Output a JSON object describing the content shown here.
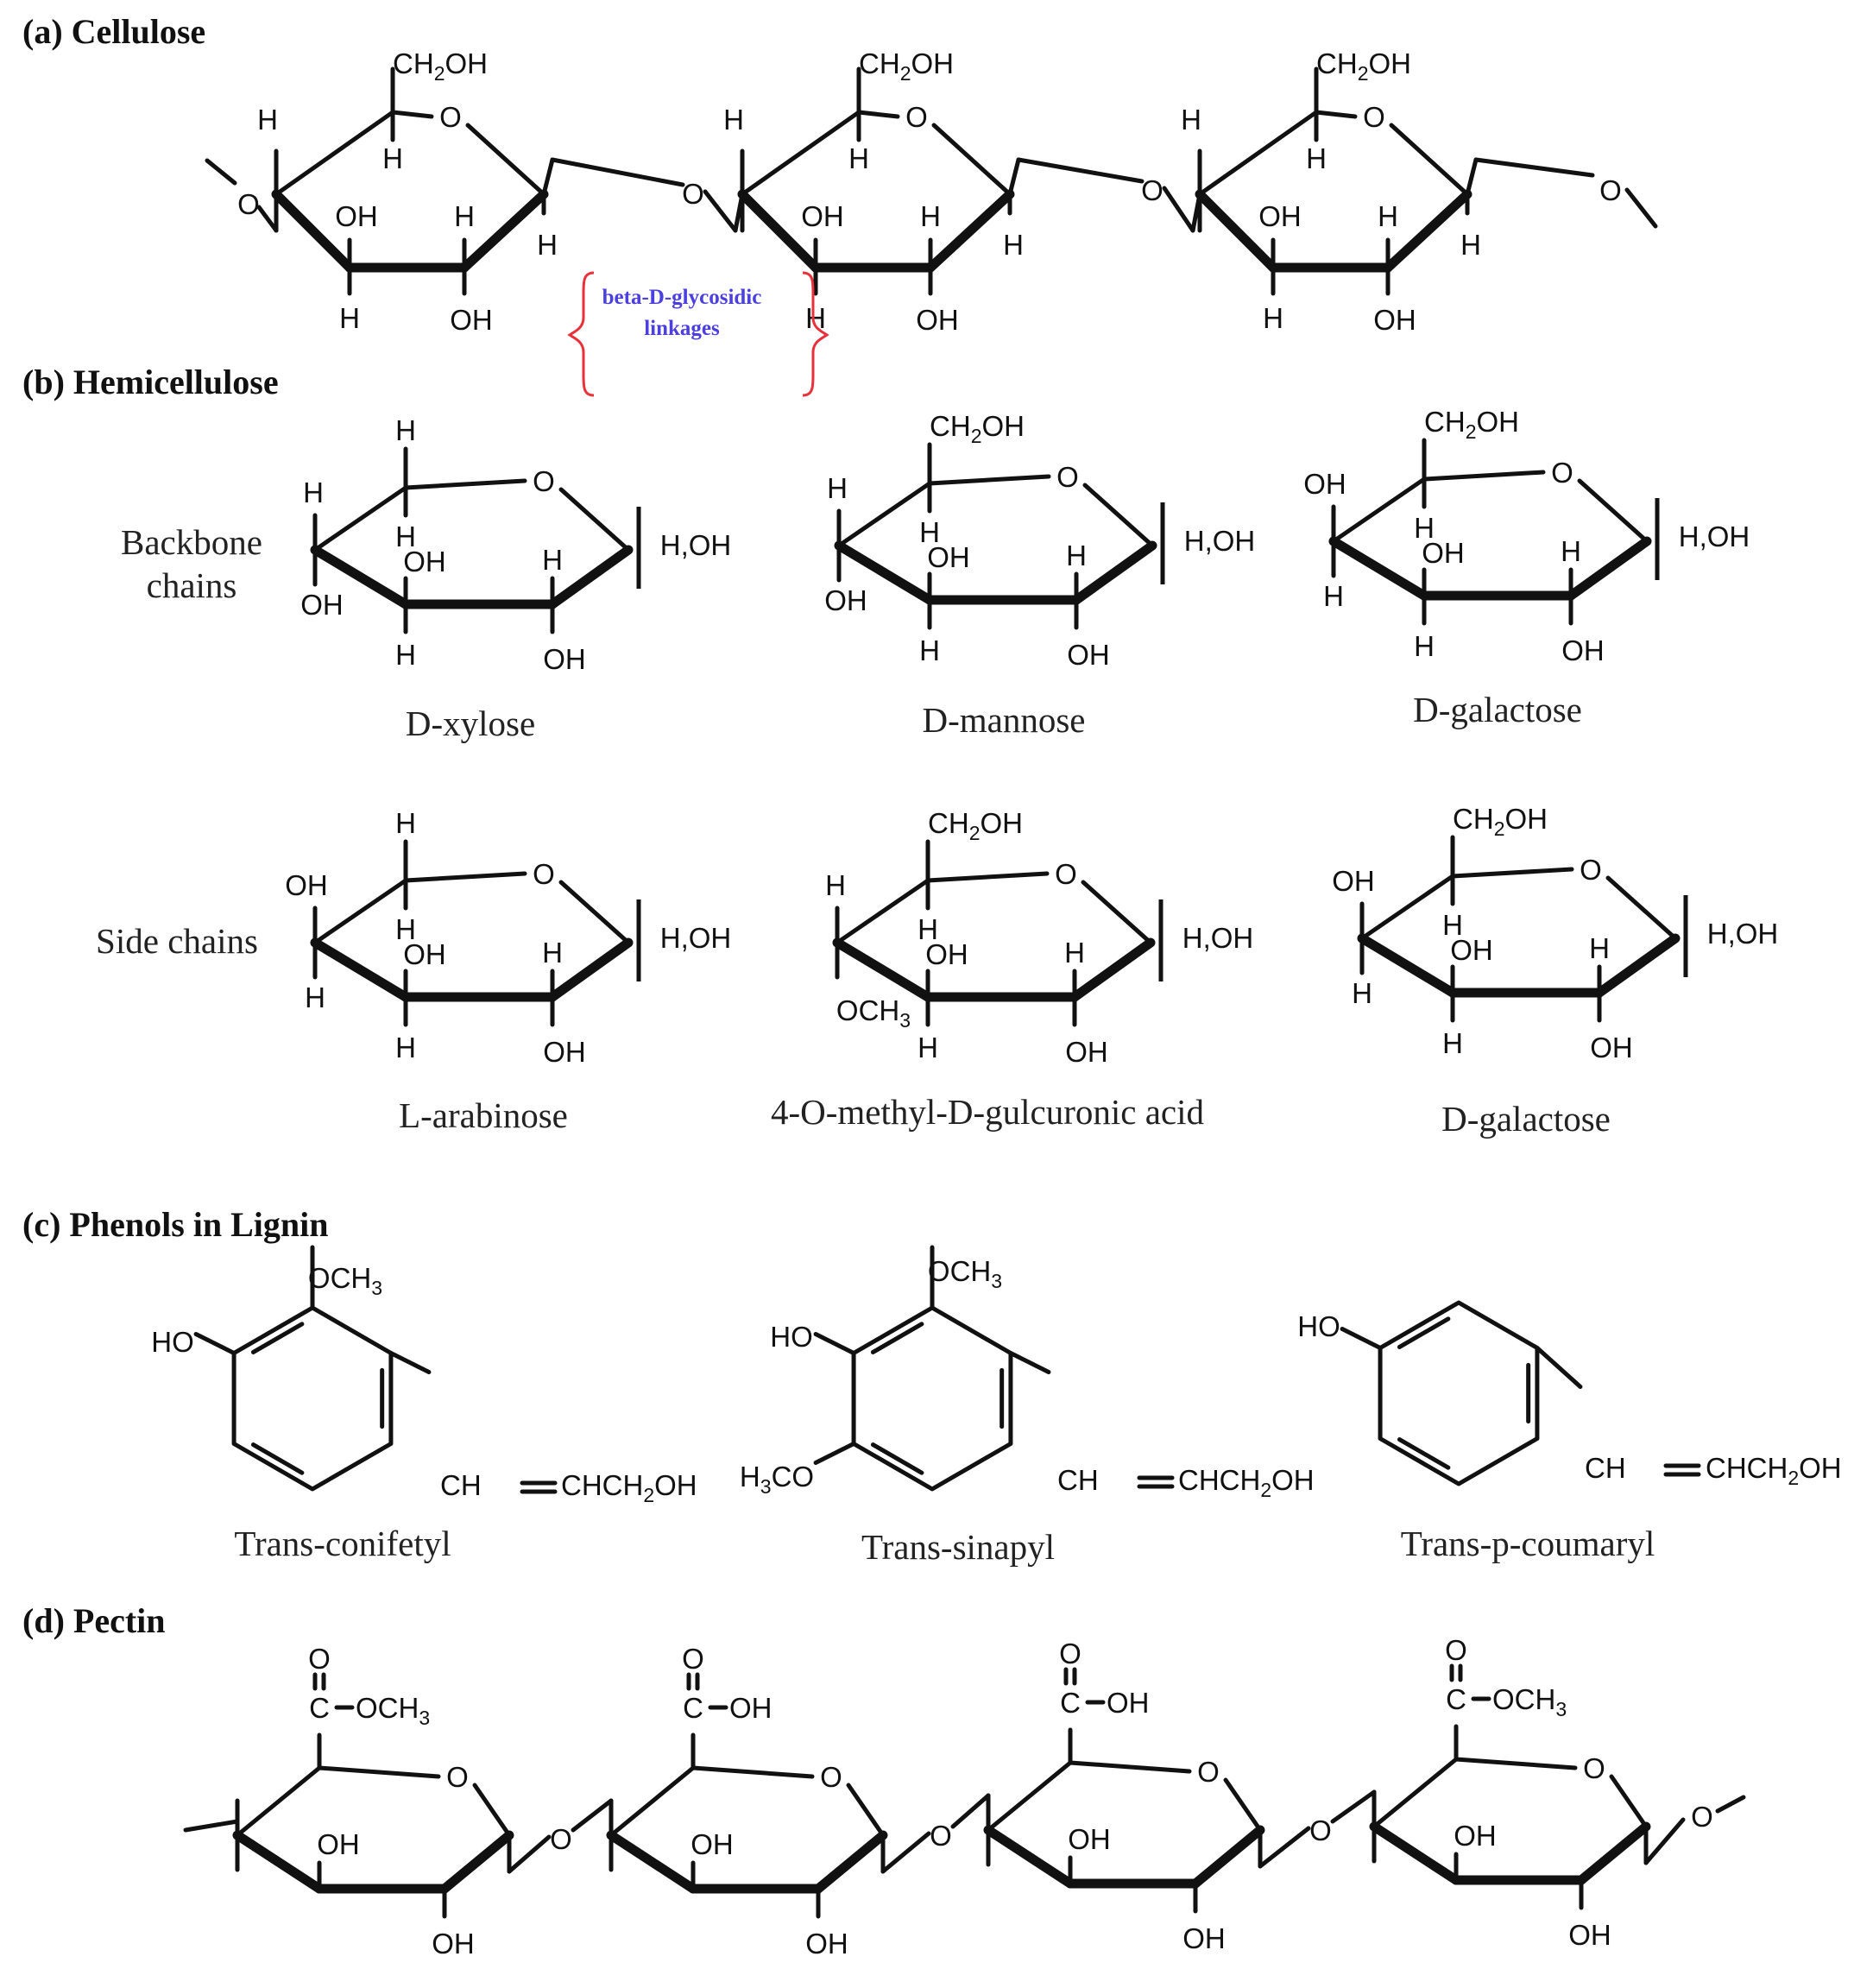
{
  "sections": {
    "a": "(a) Cellulose",
    "b": "(b) Hemicellulose",
    "c": "(c) Phenols in Lignin",
    "d": "(d) Pectin"
  },
  "cellulose": {
    "linkage_line1": "beta-D-glycosidic",
    "linkage_line2": "linkages"
  },
  "hemicellulose": {
    "backbone_line1": "Backbone",
    "backbone_line2": "chains",
    "side_label": "Side chains",
    "names": [
      "D-xylose",
      "D-mannose",
      "D-galactose",
      "L-arabinose",
      "4-O-methyl-D-gulcuronic acid",
      "D-galactose"
    ]
  },
  "lignin": {
    "names": [
      "Trans-conifetyl",
      "Trans-sinapyl",
      "Trans-p-coumaryl"
    ]
  },
  "colors": {
    "oxygen_red": "#e8313a",
    "methoxy_blue": "#4b3fe0",
    "bond_black": "#111111"
  }
}
